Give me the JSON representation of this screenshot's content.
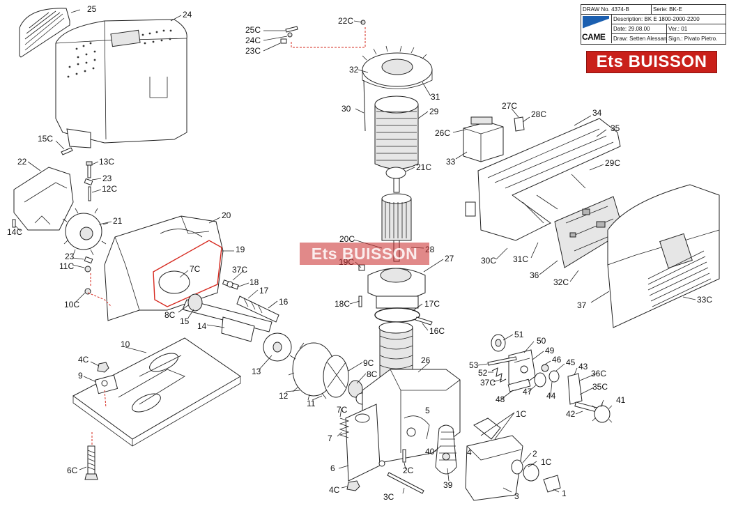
{
  "title_block": {
    "draw_label": "DRAW No.",
    "draw_no": "4374-B",
    "serie_label": "Serie:",
    "serie": "BK-E",
    "description_label": "Description:",
    "description": "BK E 1800-2000-2200",
    "date_label": "Date:",
    "date": "29.08.00",
    "ver_label": "Ver.:",
    "ver": "01",
    "draw_by_label": "Draw:",
    "draw_by": "Setten Alessandro",
    "sign_label": "Sign.:",
    "sign": "Pivato Pietro.",
    "logo": "CAME"
  },
  "brand_banner": "Ets BUISSON",
  "watermark": "Ets BUISSON",
  "part_labels": {
    "p1": "1",
    "p1c_a": "1C",
    "p1c_b": "1C",
    "p2": "2",
    "p2c": "2C",
    "p3": "3",
    "p3c": "3C",
    "p4": "4",
    "p4c_a": "4C",
    "p4c_b": "4C",
    "p5": "5",
    "p6": "6",
    "p6c": "6C",
    "p7": "7",
    "p7c": "7C",
    "p8c": "8C",
    "p8c_b": "8C",
    "p9": "9",
    "p9c": "9C",
    "p10": "10",
    "p10c": "10C",
    "p11": "11",
    "p11c": "11C",
    "p12": "12",
    "p12c": "12C",
    "p13": "13",
    "p13c": "13C",
    "p14": "14",
    "p14c": "14C",
    "p15": "15",
    "p15c": "15C",
    "p16": "16",
    "p16c": "16C",
    "p17": "17",
    "p17c": "17C",
    "p18": "18",
    "p18c": "18C",
    "p19": "19",
    "p19c": "19C",
    "p20": "20",
    "p20c": "20C",
    "p21": "21",
    "p21c": "21C",
    "p22": "22",
    "p22c": "22C",
    "p23a": "23",
    "p23b": "23",
    "p23c": "23C",
    "p24": "24",
    "p24c": "24C",
    "p25": "25",
    "p25c": "25C",
    "p26": "26",
    "p26c": "26C",
    "p27": "27",
    "p27c": "27C",
    "p28": "28",
    "p28c": "28C",
    "p29": "29",
    "p29c": "29C",
    "p30": "30",
    "p30c": "30C",
    "p31": "31",
    "p31c": "31C",
    "p32": "32",
    "p32c": "32C",
    "p33": "33",
    "p33c": "33C",
    "p34": "34",
    "p35": "35",
    "p35c": "35C",
    "p36": "36",
    "p36c": "36C",
    "p37": "37",
    "p37c_a": "37C",
    "p37c_b": "37C",
    "p39": "39",
    "p40": "40",
    "p41": "41",
    "p42": "42",
    "p43": "43",
    "p44": "44",
    "p45": "45",
    "p46": "46",
    "p47": "47",
    "p48": "48",
    "p49": "49",
    "p50": "50",
    "p51": "51",
    "p52": "52",
    "p53": "53",
    "p7c_b": "7C"
  },
  "colors": {
    "banner_red": "#c9201a",
    "leader_red": "#d6281e",
    "logo_blue": "#1b5fb0"
  }
}
